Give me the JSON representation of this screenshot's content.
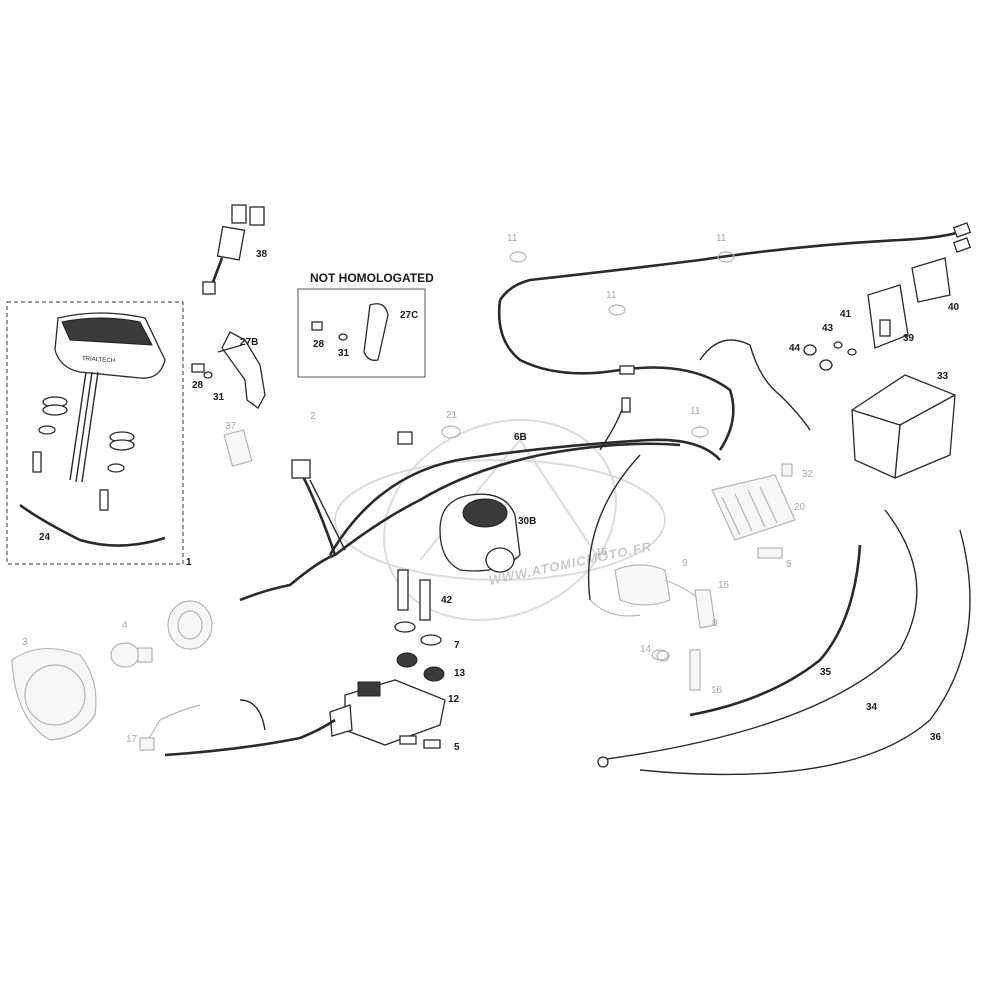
{
  "notice": {
    "heading": "NOT HOMOLOGATED"
  },
  "watermark": {
    "text": "WWW.ATOMICMOTO.FR"
  },
  "instrument_panel": {
    "text": "TRIALTECH"
  },
  "callouts": {
    "p1": "1",
    "p2": "2",
    "p3": "3",
    "p4": "4",
    "p5a": "5",
    "p5b": "5",
    "p6b": "6B",
    "p7": "7",
    "p8": "8",
    "p9": "9",
    "p11a": "11",
    "p11b": "11",
    "p11c": "11",
    "p11d": "11",
    "p12": "12",
    "p13": "13",
    "p14": "14",
    "p15a": "15",
    "p15b": "15",
    "p16": "16",
    "p17": "17",
    "p20": "20",
    "p21": "21",
    "p24": "24",
    "p27b": "27B",
    "p27c": "27C",
    "p28a": "28",
    "p28b": "28",
    "p30b": "30B",
    "p31a": "31",
    "p31b": "31",
    "p32": "32",
    "p33": "33",
    "p34": "34",
    "p35": "35",
    "p36": "36",
    "p37": "37",
    "p38": "38",
    "p39": "39",
    "p40": "40",
    "p41": "41",
    "p42": "42",
    "p43": "43",
    "p44": "44"
  }
}
